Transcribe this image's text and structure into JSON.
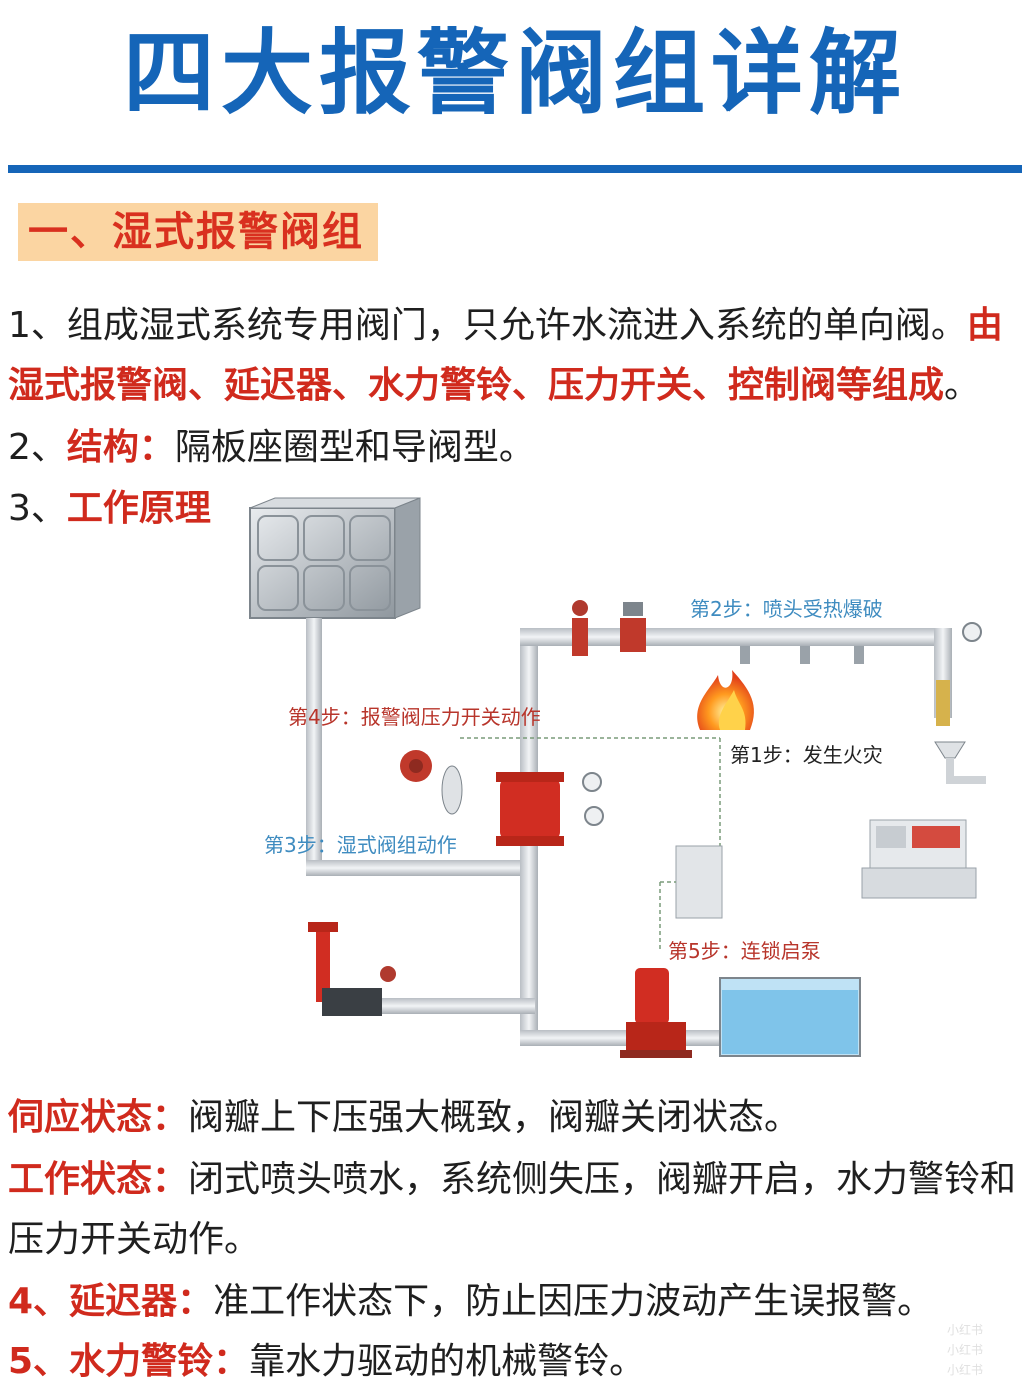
{
  "title": "四大报警阀组详解",
  "section": {
    "label": "一、湿式报警阀组"
  },
  "p1": {
    "prefix": "1、组成湿式系统专用阀门，只允许水流进入系统的单向阀。",
    "highlight": "由湿式报警阀、延迟器、水力警铃、压力开关、控制阀等组成",
    "suffix": "。"
  },
  "p2": {
    "num": "2、",
    "label": "结构：",
    "text": "隔板座圈型和导阀型。"
  },
  "p3": {
    "num": "3、",
    "label": "工作原理"
  },
  "diagram": {
    "step1": "第1步：发生火灾",
    "step2": "第2步：喷头受热爆破",
    "step3": "第3步：湿式阀组动作",
    "step4": "第4步：报警阀压力开关动作",
    "step5": "第5步：连锁启泵"
  },
  "standby": {
    "label": "伺应状态：",
    "text": "阀瓣上下压强大概致，阀瓣关闭状态。"
  },
  "working": {
    "label": "工作状态：",
    "text": "闭式喷头喷水，系统侧失压，阀瓣开启，水力警铃和压力开关动作。"
  },
  "p4": {
    "num": "4、",
    "label": "延迟器：",
    "text": "准工作状态下，防止因压力波动产生误报警。"
  },
  "p5": {
    "num": "5、",
    "label": "水力警铃：",
    "text": "靠水力驱动的机械警铃。"
  },
  "watermark": {
    "lines": [
      "小红书",
      "小红书",
      "小红书"
    ]
  },
  "colors": {
    "title_blue": "#1565b8",
    "highlight_red": "#d02a1d",
    "section_bg": "#fbd5a2"
  }
}
